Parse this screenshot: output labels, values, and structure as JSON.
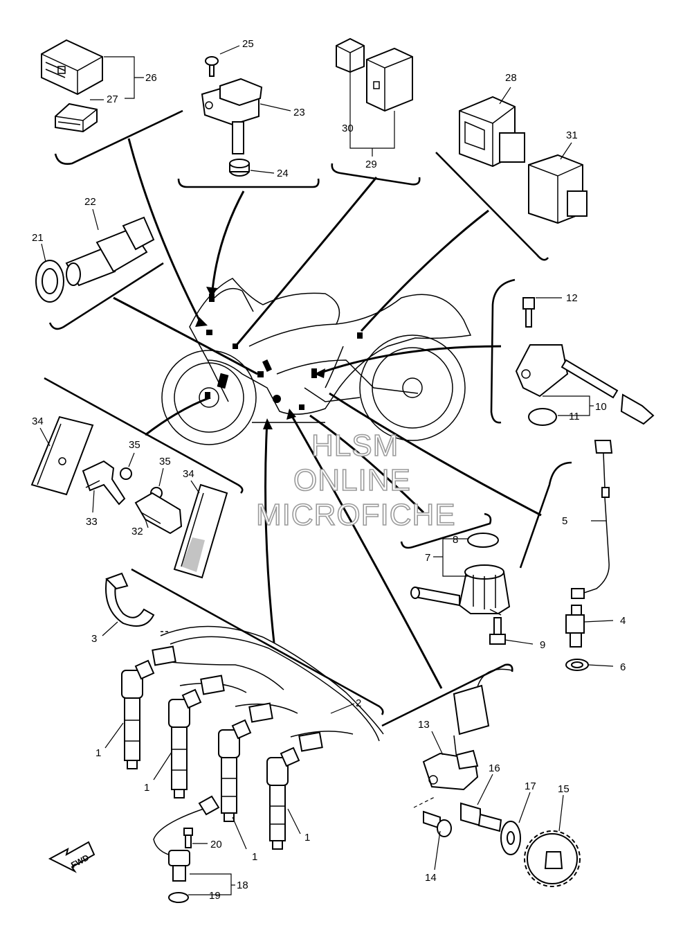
{
  "callouts": {
    "c1a": "1",
    "c1b": "1",
    "c1c": "1",
    "c1d": "1",
    "c2": "2",
    "c3": "3",
    "c4": "4",
    "c5": "5",
    "c6": "6",
    "c7": "7",
    "c8": "8",
    "c9": "9",
    "c10": "10",
    "c11": "11",
    "c12": "12",
    "c13": "13",
    "c14": "14",
    "c15": "15",
    "c16": "16",
    "c17": "17",
    "c18": "18",
    "c19": "19",
    "c20": "20",
    "c21": "21",
    "c22": "22",
    "c23": "23",
    "c24": "24",
    "c25": "25",
    "c26": "26",
    "c27": "27",
    "c28": "28",
    "c29": "29",
    "c30": "30",
    "c31": "31",
    "c32": "32",
    "c33": "33",
    "c34a": "34",
    "c34b": "34",
    "c35a": "35",
    "c35b": "35"
  },
  "watermark": {
    "line1": "HLSM",
    "line2": "ONLINE",
    "line3": "MICROFICHE"
  },
  "fwd_label": "FWD"
}
